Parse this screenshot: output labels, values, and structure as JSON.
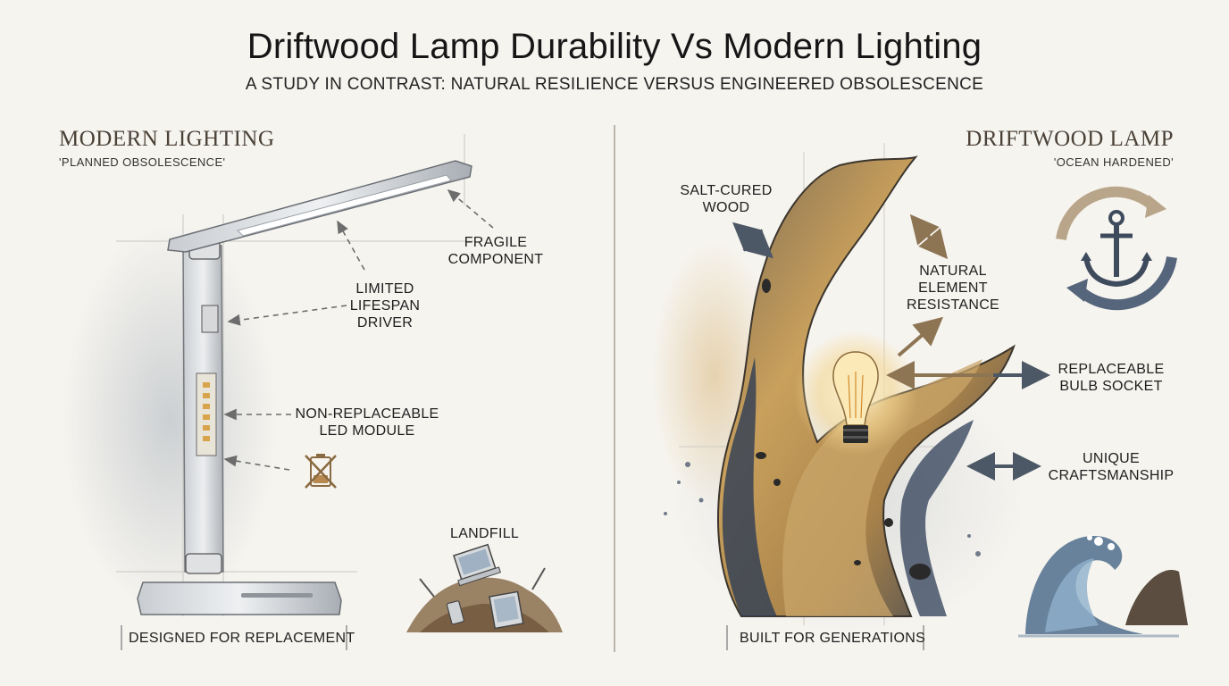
{
  "header": {
    "title": "Driftwood Lamp Durability Vs Modern Lighting",
    "subtitle": "A STUDY IN CONTRAST: NATURAL RESILIENCE VERSUS ENGINEERED OBSOLESCENCE"
  },
  "modern": {
    "heading": "MODERN LIGHTING",
    "subheading": "'PLANNED OBSOLESCENCE'",
    "labels": {
      "fragile_line1": "FRAGILE",
      "fragile_line2": "COMPONENT",
      "driver_line1": "LIMITED",
      "driver_line2": "LIFESPAN",
      "driver_line3": "DRIVER",
      "led_line1": "NON-REPLACEABLE",
      "led_line2": "LED MODULE",
      "landfill": "LANDFILL"
    },
    "footer": "DESIGNED FOR REPLACEMENT",
    "icons": [
      "desk-lamp-icon",
      "no-battery-icon",
      "landfill-pile-icon"
    ]
  },
  "driftwood": {
    "heading": "DRIFTWOOD LAMP",
    "subheading": "'OCEAN HARDENED'",
    "labels": {
      "salt_line1": "SALT-CURED",
      "salt_line2": "WOOD",
      "natural_line1": "NATURAL",
      "natural_line2": "ELEMENT",
      "natural_line3": "RESISTANCE",
      "bulb_line1": "REPLACEABLE",
      "bulb_line2": "BULB SOCKET",
      "craft_line1": "UNIQUE",
      "craft_line2": "CRAFTSMANSHIP"
    },
    "footer": "BUILT FOR GENERATIONS",
    "icons": [
      "driftwood-sculpture-icon",
      "edison-bulb-icon",
      "anchor-cycle-icon",
      "ocean-wave-icon"
    ]
  },
  "colors": {
    "paper": "#f6f4ef",
    "ink": "#1d1d1d",
    "heading_brown": "#4a4137",
    "wood_ochre": "#b8904f",
    "wood_navy": "#2e3d55",
    "arrow_brown": "#8d7554",
    "arrow_slate": "#4d5866",
    "steel_grey": "#9aa0a6"
  }
}
